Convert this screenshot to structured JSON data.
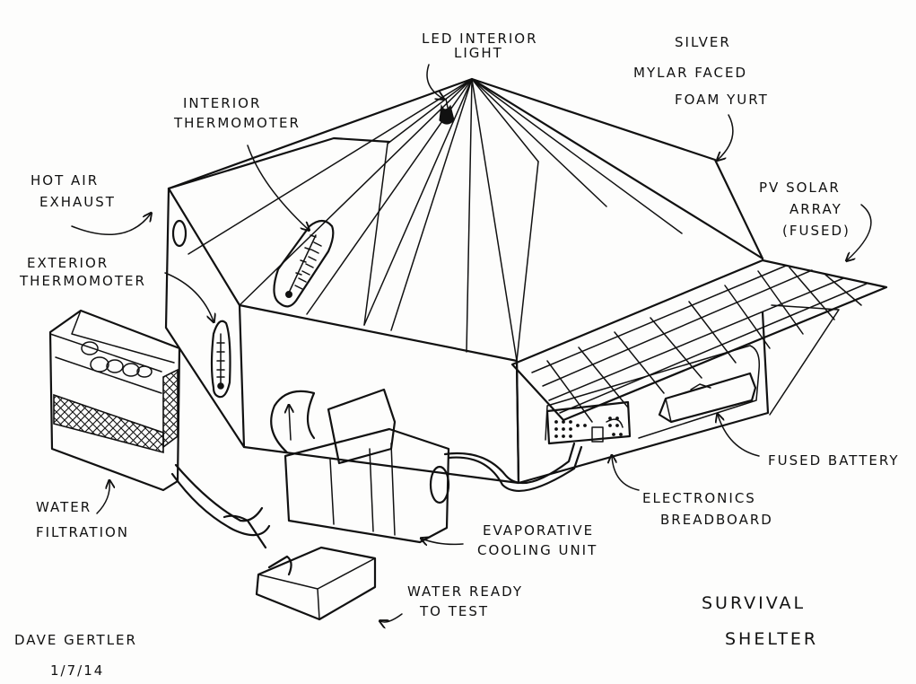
{
  "labels": {
    "led_light": [
      "LED INTERIOR",
      "LIGHT"
    ],
    "yurt": [
      "SILVER",
      "MYLAR FACED",
      "FOAM YURT"
    ],
    "interior_thermometer": [
      "INTERIOR",
      "THERMOMOTER"
    ],
    "hot_air_exhaust": [
      "HOT AIR",
      "EXHAUST"
    ],
    "solar_array": [
      "PV SOLAR",
      "ARRAY",
      "(FUSED)"
    ],
    "exterior_thermometer": [
      "EXTERIOR",
      "THERMOMOTER"
    ],
    "fused_battery": "FUSED BATTERY",
    "electronics_breadboard": [
      "ELECTRONICS",
      "BREADBOARD"
    ],
    "water_filtration": [
      "WATER",
      "FILTRATION"
    ],
    "evaporative_cooling": [
      "EVAPORATIVE",
      "COOLING UNIT"
    ],
    "water_ready": [
      "WATER READY",
      "TO TEST"
    ],
    "title": [
      "SURVIVAL",
      "SHELTER"
    ],
    "author": "DAVE GERTLER",
    "date": "1/7/14"
  }
}
